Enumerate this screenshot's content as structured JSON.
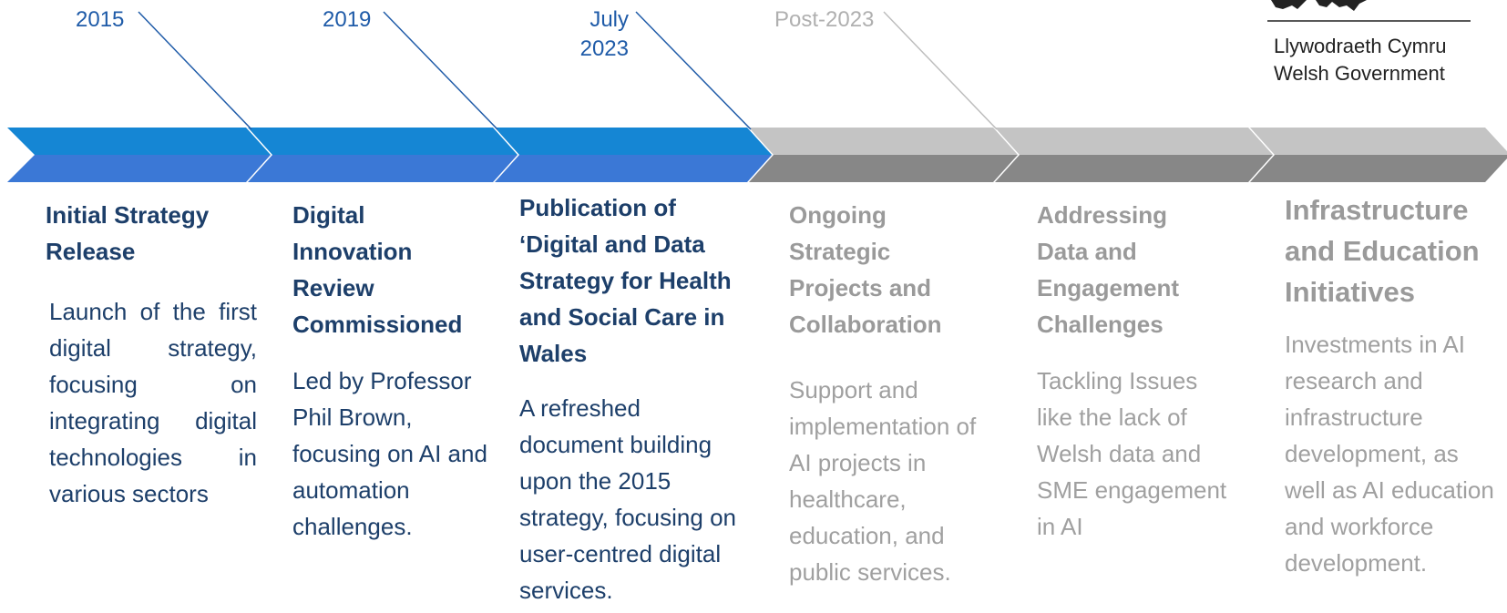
{
  "brand": {
    "line1": "Llywodraeth Cymru",
    "line2": "Welsh Government"
  },
  "colors": {
    "active_top": "#1586d4",
    "active_bottom": "#3b78d6",
    "inactive_top": "#c4c4c4",
    "inactive_bottom": "#878787",
    "title_active": "#1d3f6a",
    "title_inactive": "#9a9a9a",
    "desc_inactive": "#a0a0a0",
    "year_active": "#1f5ba8",
    "year_inactive": "#b0b0b0"
  },
  "milestones": [
    {
      "year": "2015",
      "title": "Initial Strategy Release",
      "description": "Launch of the first digital strategy, focusing on integrating digital technologies in various sectors",
      "status": "active"
    },
    {
      "year": "2019",
      "title": "Digital Innovation Review Commissioned",
      "description": "Led by Professor Phil Brown, focusing on AI and automation challenges.",
      "status": "active"
    },
    {
      "year": "July 2023",
      "title": "Publication of ‘Digital and Data Strategy for Health and Social Care in Wales",
      "description": "A refreshed document building upon the 2015 strategy, focusing on user-centred digital services.",
      "status": "active"
    },
    {
      "year": "Post-2023",
      "title": "Ongoing Strategic Projects and Collaboration",
      "description": "Support and implementation of AI projects in healthcare, education, and public services.",
      "status": "future"
    },
    {
      "year": "",
      "title": "Addressing Data and Engagement Challenges",
      "description": "Tackling Issues like the lack of Welsh data and SME engagement in AI",
      "status": "future"
    },
    {
      "year": "",
      "title": "Infrastructure and Education Initiatives",
      "description": "Investments in AI research and infrastructure development, as well as AI education and workforce development.",
      "status": "future"
    }
  ]
}
